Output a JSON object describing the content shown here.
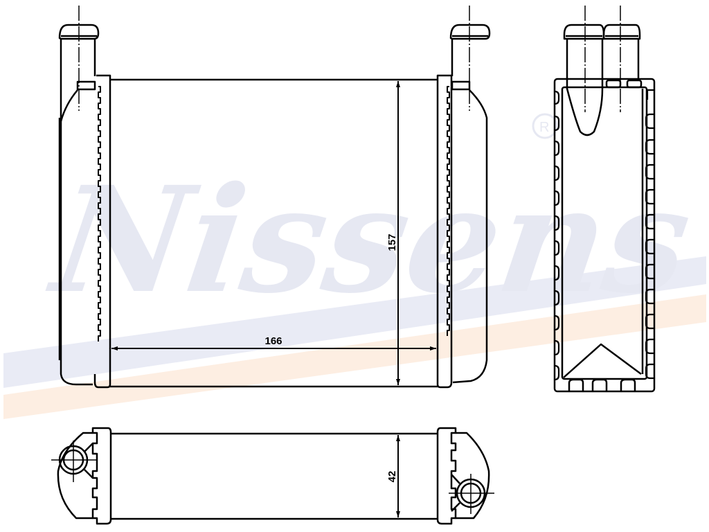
{
  "watermark": {
    "brand": "Nissens",
    "registered_mark": "®",
    "text_color": "#e6e8f2",
    "stripe_blue": "#e9ebf5",
    "stripe_orange": "#fdeee2"
  },
  "drawing": {
    "subject": "heater core technical drawing",
    "line_color": "#000000",
    "views": {
      "front": {
        "label": "front-view"
      },
      "side": {
        "label": "side-view"
      },
      "top": {
        "label": "top-view"
      }
    },
    "dimensions": {
      "width": "166",
      "height": "157",
      "depth": "42"
    }
  }
}
